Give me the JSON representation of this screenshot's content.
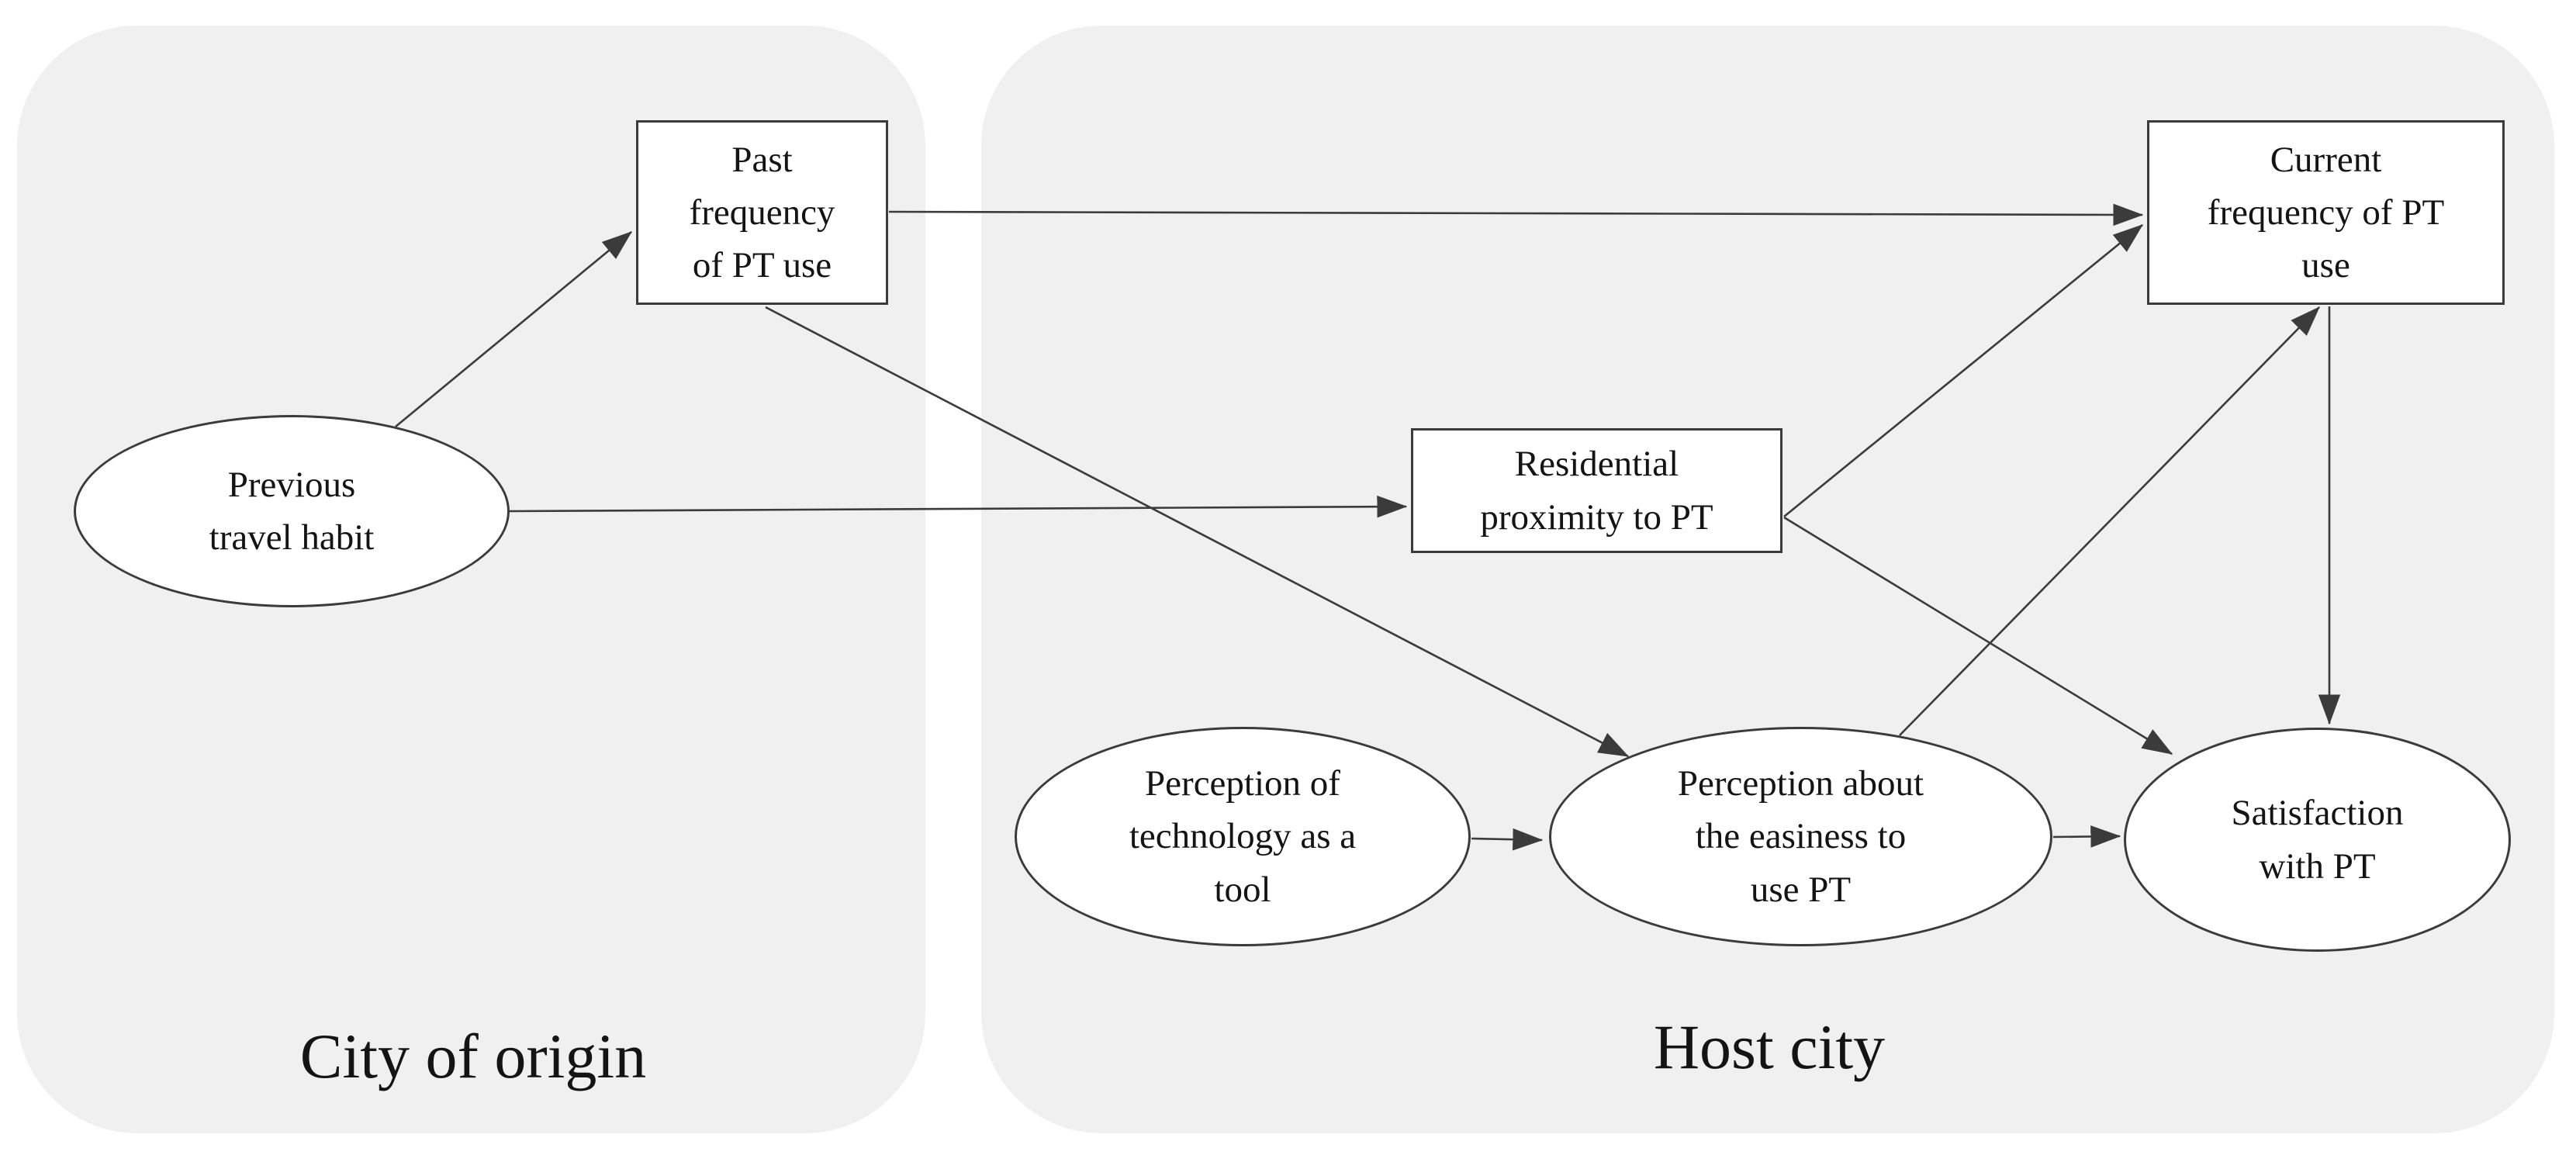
{
  "figure": {
    "background": "#ffffff",
    "panel_fill": "#f0f0f0",
    "node_fill": "#ffffff",
    "line_color": "#3b3b3b",
    "text_color": "#141414"
  },
  "groups": [
    {
      "id": "city-of-origin",
      "label": "City of origin"
    },
    {
      "id": "host-city",
      "label": "Host city"
    }
  ],
  "nodes": [
    {
      "id": "previous-travel-habit",
      "shape": "ellipse",
      "group": "city-of-origin",
      "label": "Previous\ntravel habit"
    },
    {
      "id": "past-frequency",
      "shape": "rect",
      "group": "city-of-origin",
      "label": "Past\nfrequency\nof PT use"
    },
    {
      "id": "residential-proximity",
      "shape": "rect",
      "group": "host-city",
      "label": "Residential\nproximity to PT"
    },
    {
      "id": "current-frequency",
      "shape": "rect",
      "group": "host-city",
      "label": "Current\nfrequency of PT\nuse"
    },
    {
      "id": "perception-technology",
      "shape": "ellipse",
      "group": "host-city",
      "label": "Perception of\ntechnology as a\ntool"
    },
    {
      "id": "perception-easiness",
      "shape": "ellipse",
      "group": "host-city",
      "label": "Perception about\nthe easiness to\nuse PT"
    },
    {
      "id": "satisfaction",
      "shape": "ellipse",
      "group": "host-city",
      "label": "Satisfaction\nwith PT"
    }
  ],
  "edges": [
    {
      "from": "previous-travel-habit",
      "to": "past-frequency"
    },
    {
      "from": "previous-travel-habit",
      "to": "residential-proximity"
    },
    {
      "from": "past-frequency",
      "to": "current-frequency"
    },
    {
      "from": "past-frequency",
      "to": "perception-easiness"
    },
    {
      "from": "residential-proximity",
      "to": "current-frequency"
    },
    {
      "from": "residential-proximity",
      "to": "satisfaction"
    },
    {
      "from": "perception-technology",
      "to": "perception-easiness"
    },
    {
      "from": "perception-easiness",
      "to": "current-frequency"
    },
    {
      "from": "perception-easiness",
      "to": "satisfaction"
    },
    {
      "from": "current-frequency",
      "to": "satisfaction"
    }
  ]
}
